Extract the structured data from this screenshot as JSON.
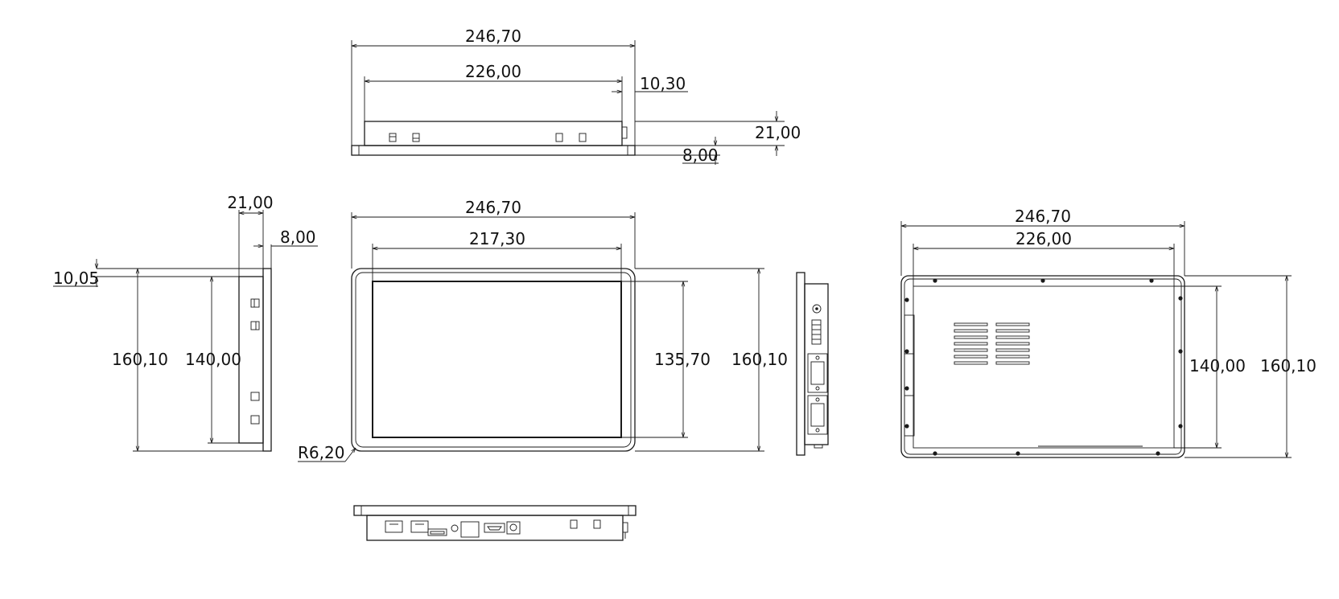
{
  "colors": {
    "line": "#1a1a1a",
    "background": "#ffffff"
  },
  "top_view": {
    "overall_width": "246,70",
    "inner_width": "226,00",
    "edge_offset": "10,30",
    "depth": "21,00",
    "flange": "8,00"
  },
  "side_view": {
    "depth": "21,00",
    "flange": "8,00",
    "offset": "10,05",
    "overall_height": "160,10",
    "inner_height": "140,00"
  },
  "front_view": {
    "overall_width": "246,70",
    "screen_width": "217,30",
    "screen_height": "135,70",
    "overall_height": "160,10",
    "corner_radius": "R6,20"
  },
  "back_view": {
    "overall_width": "246,70",
    "inner_width": "226,00",
    "inner_height": "140,00",
    "overall_height": "160,10"
  }
}
